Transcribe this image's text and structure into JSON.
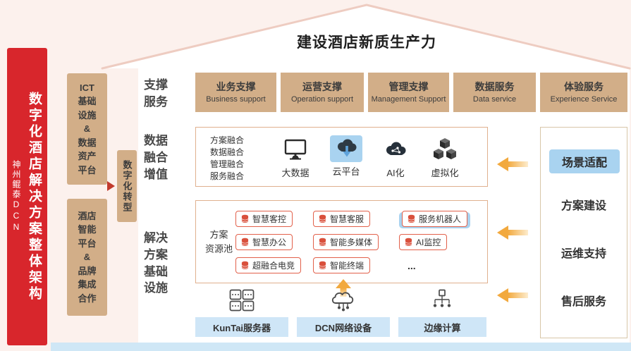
{
  "banner": {
    "title": "数字化酒店解决方案整体架构",
    "subtitle": "神州鲲泰DCN"
  },
  "roof": {
    "title": "建设酒店新质生产力"
  },
  "left_column": {
    "top_box": "ICT\n基础\n设施\n&\n数据\n资产\n平台",
    "bottom_box": "酒店\n智能\n平台\n&\n品牌\n集成\n合作",
    "connector": "数字化转型"
  },
  "support": {
    "row_label": "支撑\n服务",
    "boxes": [
      {
        "zh": "业务支撑",
        "en": "Business support"
      },
      {
        "zh": "运营支撑",
        "en": "Operation support"
      },
      {
        "zh": "管理支撑",
        "en": "Management Support"
      },
      {
        "zh": "数据服务",
        "en": "Data service"
      },
      {
        "zh": "体验服务",
        "en": "Experience Service"
      }
    ]
  },
  "fusion": {
    "row_label": "数据\n融合\n增值",
    "list": "方案融合\n数据融合\n管理融合\n服务融合",
    "icons": [
      {
        "name": "big-data-icon",
        "label": "大数据"
      },
      {
        "name": "cloud-platform-icon",
        "label": "云平台",
        "highlight": true
      },
      {
        "name": "ai-icon",
        "label": "AI化"
      },
      {
        "name": "virtualization-icon",
        "label": "虚拟化"
      }
    ]
  },
  "infra": {
    "row_label": "解决\n方案\n基础\n设施",
    "pool_label": "方案\n资源池",
    "pills": [
      {
        "label": "智慧客控"
      },
      {
        "label": "智慧客服"
      },
      {
        "label": "服务机器人",
        "highlight": true
      },
      {
        "label": "智慧办公"
      },
      {
        "label": "智能多媒体"
      },
      {
        "label": "AI监控"
      },
      {
        "label": "超融合电竞"
      },
      {
        "label": "智能终端"
      },
      {
        "label": "..."
      }
    ]
  },
  "hardware": [
    {
      "icon": "server-icon",
      "label": "KunTai服务器"
    },
    {
      "icon": "network-cloud-icon",
      "label": "DCN网络设备"
    },
    {
      "icon": "edge-computing-icon",
      "label": "边缘计算"
    }
  ],
  "right_column": {
    "items": [
      {
        "label": "场景适配",
        "highlight": true
      },
      {
        "label": "方案建设"
      },
      {
        "label": "运维支持"
      },
      {
        "label": "售后服务"
      }
    ]
  },
  "colors": {
    "banner_red": "#d8262c",
    "tan": "#d2ae88",
    "highlight_blue": "#a9d3f0",
    "hardware_blue": "#cfe6f7",
    "pill_border": "#e2604a",
    "arrow_yellow": "#f2a93e",
    "panel_border": "#e0b08e"
  }
}
